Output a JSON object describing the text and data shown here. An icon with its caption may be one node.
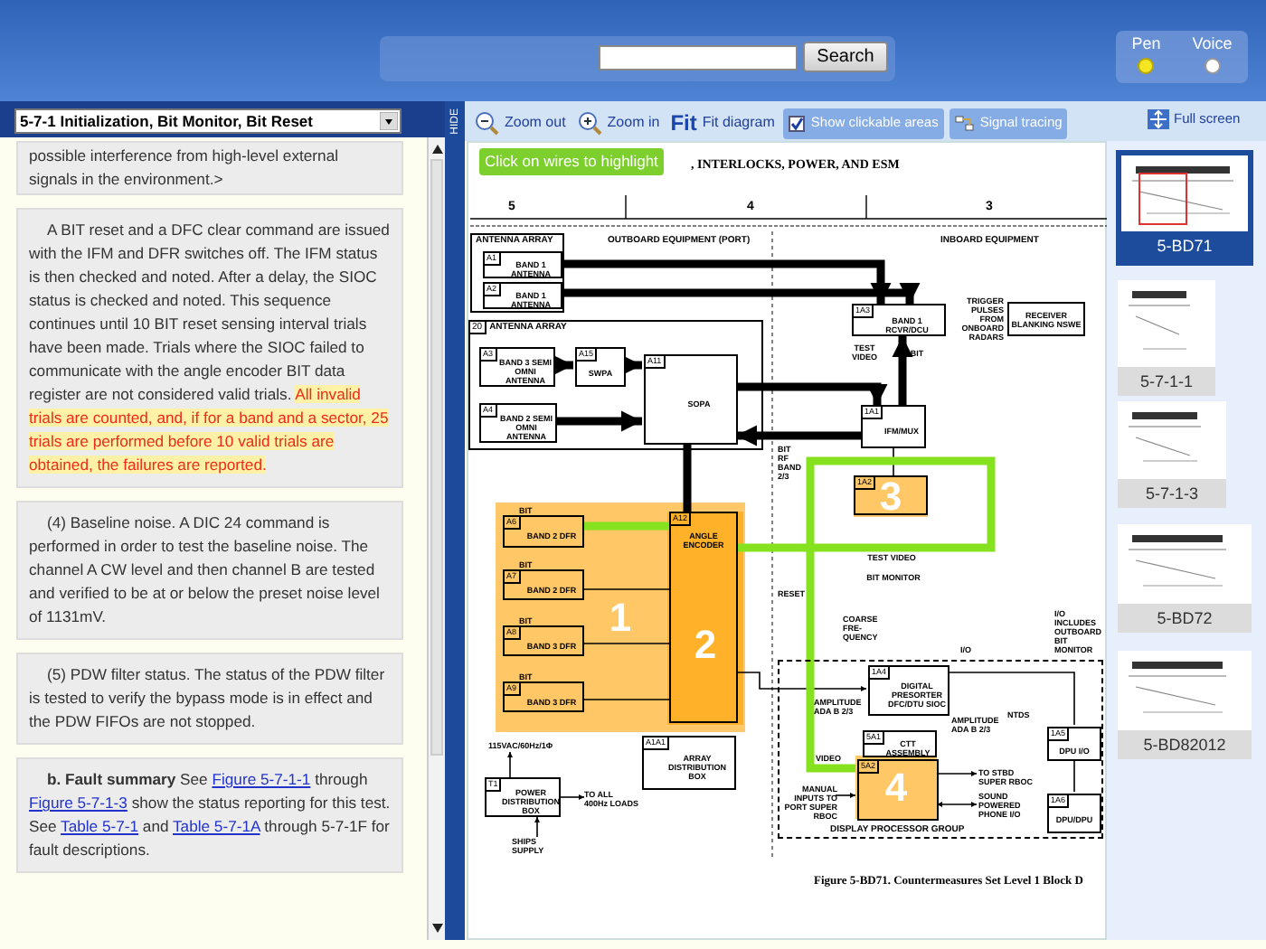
{
  "diagram": {
    "caption": "Figure 5-BD71.    Countermeasures Set Level 1 Block D",
    "nodes": [
      {
        "text": [
          "ANTENNA ARRAY"
        ]
      },
      {
        "text": [
          "A1",
          "BAND 1 ANTENNA"
        ],
        "in": 0
      },
      {
        "text": [
          "A2",
          "BAND 1 ANTENNA"
        ],
        "in": 0
      },
      {
        "text": [
          "20",
          "ANTENNA ARRAY"
        ]
      },
      {
        "text": [
          "A3",
          "BAND 3 SEMI OMNI ANTENNA"
        ],
        "in": 3
      },
      {
        "text": [
          "A15",
          "SWPA"
        ],
        "in": 3
      },
      {
        "text": [
          "A11",
          "SOPA"
        ],
        "in": 3
      },
      {
        "text": [
          "A4",
          "BAND 2 SEMI OMNI ANTENNA"
        ],
        "in": 3
      },
      {
        "text": [
          "1A3",
          "BAND 1 RCVR/DCU"
        ]
      },
      {
        "text": [
          "RECEIVER BLANKING NSWE"
        ],
        "beside": [
          "TRIGGER PULSES FROM ONBOARD RADARS"
        ]
      },
      {
        "text": [
          "1A1",
          "IFM/MUX"
        ]
      },
      {
        "text": [
          "1A2"
        ]
      },
      {
        "text": [
          "A6",
          "BAND 2 DFR"
        ],
        "beside": [
          "BIT"
        ]
      },
      {
        "text": [
          "A7",
          "BAND 2 DFR"
        ],
        "beside": [
          "BIT"
        ]
      },
      {
        "text": [
          "A8",
          "BAND 3 DFR"
        ],
        "beside": [
          "BIT"
        ]
      },
      {
        "text": [
          "A9",
          "BAND 3 DFR"
        ],
        "beside": [
          "BIT"
        ]
      },
      {
        "text": [
          "A12",
          "ANGLE ENCODER"
        ]
      },
      {
        "text": [
          "A1A1",
          "ARRAY DISTRIBUTION BOX"
        ]
      },
      {
        "text": [
          "T1",
          "POWER DISTRIBUTION BOX"
        ]
      },
      {
        "text": [
          "DISPLAY PROCESSOR GROUP"
        ]
      },
      {
        "text": [
          "1A4",
          "DIGITAL PRESORTER DFC/DTU SIOC"
        ],
        "in": 19
      },
      {
        "text": [
          "5A1",
          "CTT ASSEMBLY"
        ],
        "in": 19
      },
      {
        "text": [
          "5A2"
        ],
        "in": 19
      },
      {
        "text": [
          "1A5",
          "DPU I/O"
        ],
        "in": 19
      },
      {
        "text": [
          "1A6",
          "DPU/DPU"
        ],
        "in": 19
      },
      {
        "text": [
          "115VAC/60Hz/1Φ"
        ]
      },
      {
        "text": [
          "TO ALL 400Hz LOADS"
        ]
      },
      {
        "text": [
          "SHIPS SUPPLY"
        ]
      },
      {
        "text": [
          "TO STBD SUPER RBOC"
        ],
        "in": 19
      },
      {
        "text": [
          "MANUAL INPUTS TO PORT SUPER RBOC"
        ],
        "in": 19
      },
      {
        "text": [
          "SOUND POWERED PHONE I/O"
        ],
        "in": 19
      }
    ],
    "edges": [
      {
        "from": 1,
        "to": 8,
        "arrow": "to",
        "style": "thick"
      },
      {
        "from": 2,
        "to": 8,
        "arrow": "to",
        "style": "thick"
      },
      {
        "from": 4,
        "to": 5,
        "arrow": "to",
        "style": "thick"
      },
      {
        "from": 5,
        "to": 6,
        "arrow": "to",
        "style": "thick"
      },
      {
        "from": 7,
        "to": 6,
        "arrow": "to",
        "style": "thick"
      },
      {
        "from": 6,
        "to": 10,
        "arrow": "to",
        "style": "thick"
      },
      {
        "from": 10,
        "to": 8,
        "arrow": "to",
        "style": "thick"
      },
      {
        "from": 10,
        "to": 6,
        "arrow": "to",
        "style": "thick"
      },
      {
        "from": 10,
        "to": 11,
        "arrow": "none"
      },
      {
        "from": 18,
        "to": 26,
        "arrow": "to"
      },
      {
        "from": 22,
        "to": 28,
        "arrow": "to"
      },
      {
        "from": 23,
        "to": 24,
        "arrow": "none"
      },
      {
        "from": 16,
        "to": 20,
        "arrow": "to"
      },
      {
        "from": 27,
        "to": 18,
        "arrow": "to"
      },
      {
        "from": 18,
        "to": 25,
        "arrow": "to"
      },
      {
        "from": 16,
        "to": 22,
        "arrow": "none",
        "style": "thick",
        "color": "#86e21e"
      },
      {
        "from": 12,
        "to": 16,
        "arrow": "none",
        "style": "thick",
        "color": "#86e21e"
      },
      {
        "from": 13,
        "to": 16,
        "arrow": "none"
      },
      {
        "from": 14,
        "to": 16,
        "arrow": "none"
      },
      {
        "from": 15,
        "to": 16,
        "arrow": "none"
      },
      {
        "from": 6,
        "to": 16,
        "arrow": "none",
        "style": "thick"
      },
      {
        "from": 29,
        "to": 22,
        "arrow": "to"
      },
      {
        "from": 22,
        "to": 30,
        "arrow": "both"
      },
      {
        "from": 20,
        "to": 23,
        "arrow": "none"
      }
    ],
    "labels": [
      "Search",
      "Pen",
      "Voice",
      "5-7-1 Initialization, Bit Monitor, Bit Reset",
      "HIDE",
      "possible interference from high-level external signals in the environment.>",
      "A BIT reset and a DFC clear command are issued with the IFM and DFR switches off. The IFM status is then checked and noted. After a delay, the SIOC status is checked and noted. This sequence continues until 10 BIT reset sensing interval trials have been made. Trials where the SIOC failed to communicate with the angle encoder BIT data register are not considered valid trials.",
      "All invalid trials are counted, and, if for a band and a sector, 25 trials are performed before 10 valid trials are obtained, the failures are reported.",
      "(4) Baseline noise. A DIC 24 command is performed in order to test the baseline noise. The channel A CW level and then channel B are tested and verified to be at or below the preset noise level of 1131mV.",
      "(5) PDW filter status. The status of the PDW filter is tested to verify the bypass mode is in effect and the PDW FIFOs are not stopped.",
      "**b. Fault summary** See",
      "Figure 5-7-1-1",
      "through",
      "Figure 5-7-1-3",
      "show the status reporting for this test. See",
      "Table 5-7-1",
      "and",
      "Table 5-7-1A",
      "through 5-7-1F for fault descriptions.",
      "Zoom out",
      "Zoom in",
      "Fit",
      "Fit diagram",
      "Show clickable areas",
      "Signal tracing",
      "Full screen",
      "Click on wires to highlight",
      ", INTERLOCKS, POWER, AND ESM",
      "5",
      "4",
      "3",
      "OUTBOARD EQUIPMENT (PORT)",
      "INBOARD EQUIPMENT",
      "TEST VIDEO",
      "BIT",
      "BIT RF BAND 2/3",
      "1",
      "2",
      "3",
      "TEST VIDEO",
      "BIT MONITOR",
      "RESET",
      "COARSE FRE-QUENCY",
      "I/O INCLUDES OUTBOARD BIT MONITOR",
      "I/O",
      "AMPLITUDE ADA B 2/3",
      "AMPLITUDE ADA B 2/3",
      "NTDS",
      "VIDEO",
      "4",
      "5-BD71",
      "5-7-1-1",
      "5-7-1-3",
      "5-BD72",
      "5-BD82012"
    ]
  }
}
